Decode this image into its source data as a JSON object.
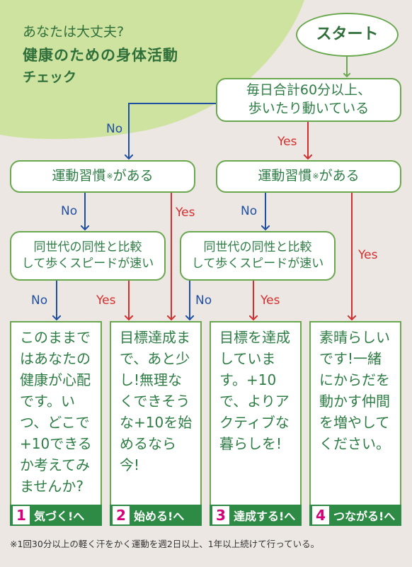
{
  "header": {
    "subtitle": "あなたは大丈夫?",
    "title_line1": "健康のための身体活動",
    "title_line2": "チェック"
  },
  "start": "スタート",
  "q1": {
    "line1": "毎日合計60分以上、",
    "line2": "歩いたり動いている"
  },
  "q2": {
    "text": "運動習慣",
    "mark": "※",
    "suffix": "がある"
  },
  "q3": {
    "line1": "同世代の同性と比較",
    "line2": "して歩くスピードが速い"
  },
  "labels": {
    "no": "No",
    "yes": "Yes"
  },
  "results": [
    {
      "text": "このままではあなたの健康が心配です。いつ、どこで+10できるか考えてみませんか?",
      "num": "1",
      "step": "気づく!へ"
    },
    {
      "text": "目標達成まで、あと少し!無理なくできそうな+10を始めるなら今!",
      "num": "2",
      "step": "始める!へ"
    },
    {
      "text": "目標を達成しています。+10で、よりアクティブな暮らしを!",
      "num": "3",
      "step": "達成する!へ"
    },
    {
      "text": "素晴らしいです!一緒にからだを動かす仲間を増やしてください。",
      "num": "4",
      "step": "つながる!へ"
    }
  ],
  "footnote": "※1回30分以上の軽く汗をかく運動を週2日以上、1年以上続けて行っている。",
  "colors": {
    "no_arrow": "#1f4fa3",
    "yes_arrow": "#d32f2f",
    "green": "#6aa84f",
    "banner": "#cfe3a0"
  }
}
